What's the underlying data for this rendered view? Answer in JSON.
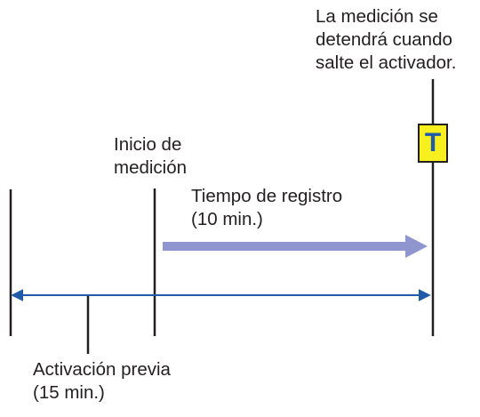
{
  "labels": {
    "stop_note": [
      "La medición se",
      "detendrá cuando",
      "salte el activador."
    ],
    "start": [
      "Inicio de",
      "medición"
    ],
    "recording": [
      "Tiempo de registro",
      "(10 min.)"
    ],
    "pre_trigger": [
      "Activación previa",
      "(15 min.)"
    ]
  },
  "trigger_icon": {
    "letter": "T",
    "icon": "trigger-icon",
    "fill_color": "#f7f01e",
    "letter_color": "#1f5ba8",
    "border_color": "#231f20"
  },
  "colors": {
    "line": "#231f20",
    "recording_arrow": "#8f96cf",
    "pre_trigger_arrow": "#1f5ba8"
  }
}
